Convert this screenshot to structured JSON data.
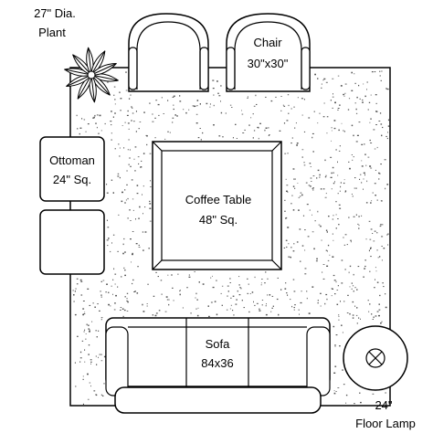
{
  "plan": {
    "plant": {
      "line1": "27\" Dia.",
      "line2": "Plant"
    },
    "chair_left": {
      "line1": "",
      "line2": ""
    },
    "chair_right": {
      "line1": "Chair",
      "line2": "30\"x30\""
    },
    "ottoman_top": {
      "line1": "Ottoman",
      "line2": "24\" Sq."
    },
    "ottoman_bottom": {
      "line1": "",
      "line2": ""
    },
    "coffee_table": {
      "line1": "Coffee Table",
      "line2": "48\" Sq."
    },
    "sofa": {
      "line1": "Sofa",
      "line2": "84x36"
    },
    "floor_lamp": {
      "line1": "24\"",
      "line2": "Floor Lamp"
    }
  },
  "colors": {
    "stroke": "#000000",
    "fill": "#ffffff",
    "speckle": "#555555"
  }
}
